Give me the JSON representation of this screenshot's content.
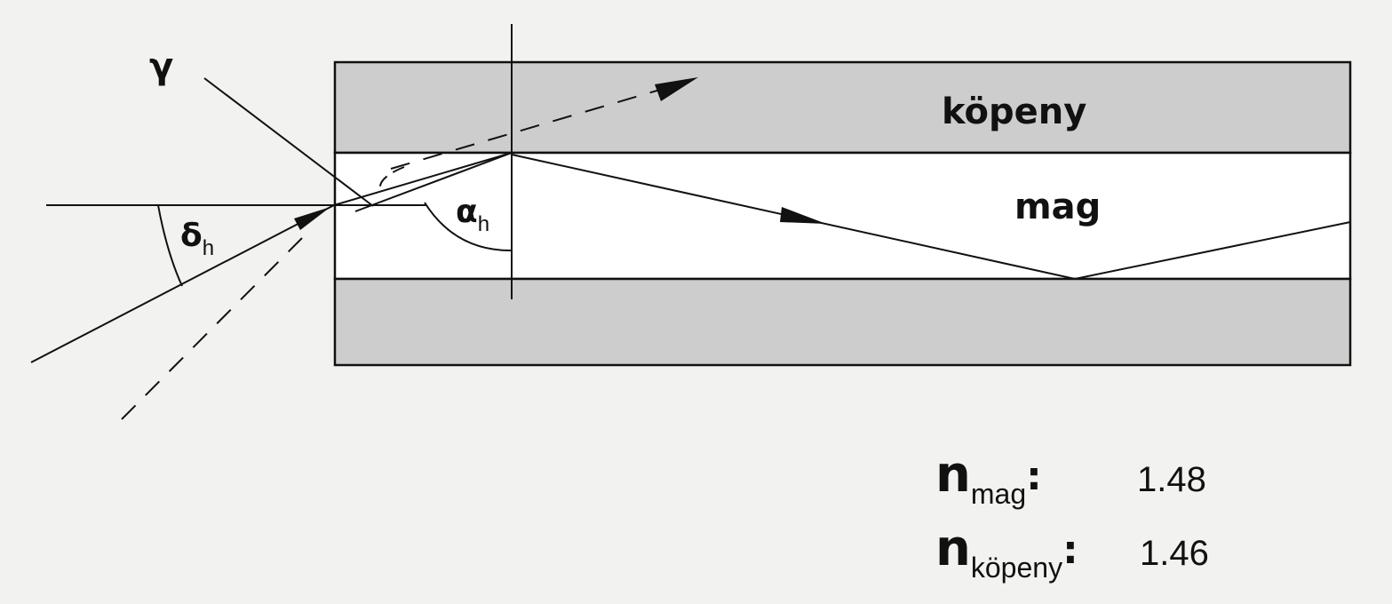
{
  "labels": {
    "gamma": "γ",
    "delta": "δ",
    "delta_sub": "h",
    "alpha": "α",
    "alpha_sub": "h",
    "cladding": "köpeny",
    "core": "mag"
  },
  "legend": {
    "core": {
      "symbol": "n",
      "subscript": "mag",
      "colon": ":",
      "value": "1.48"
    },
    "cladding": {
      "symbol": "n",
      "subscript": "köpeny",
      "colon": ":",
      "value": "1.46"
    }
  },
  "colors": {
    "background": "#f2f2f0",
    "cladding_fill": "#cdcdcd",
    "core_fill": "#ffffff",
    "line": "#111111"
  }
}
